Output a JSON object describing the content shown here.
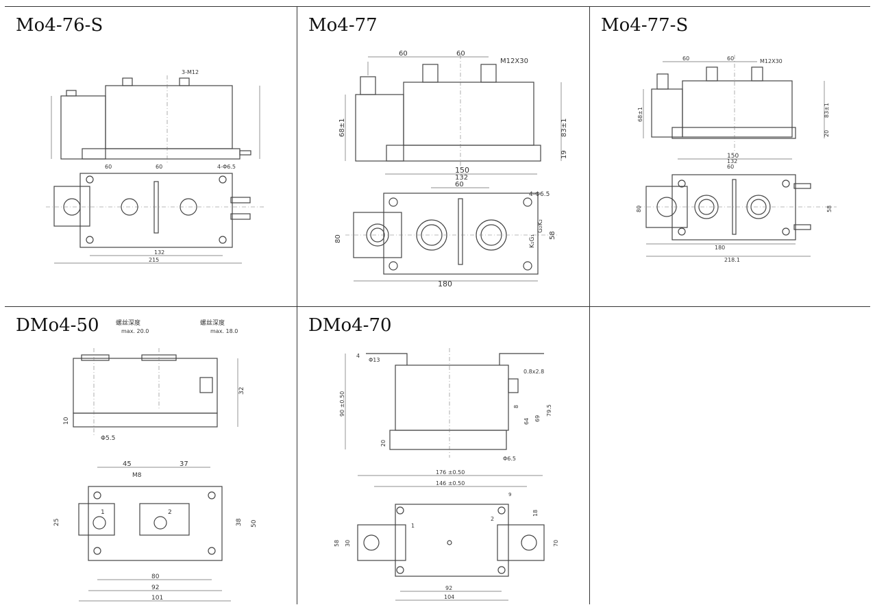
{
  "panels": [
    {
      "title": "Mo4-76-S",
      "labels": {
        "bolt": "3-M12",
        "hole": "4-Φ6.5",
        "w1": "60",
        "w2": "60",
        "lbl_a": "132",
        "lbl_b": "215"
      }
    },
    {
      "title": "Mo4-77",
      "labels": {
        "d1": "60",
        "d2": "60",
        "bolt": "M12X30",
        "h1": "68±1",
        "h2": "83±1",
        "h3": "19",
        "w150": "150",
        "w132": "132",
        "w60": "60",
        "w180": "180",
        "hole": "4-Φ6.5",
        "h80": "80",
        "h58": "58",
        "k": "K₁G₁",
        "g": "G₂K₂"
      }
    },
    {
      "title": "Mo4-77-S",
      "labels": {
        "d1": "60",
        "d2": "60",
        "bolt": "M12X30",
        "h1": "68±1",
        "h2": "83±1",
        "h3": "20",
        "w150": "150",
        "w132": "132",
        "w60": "60",
        "w180": "180",
        "w218": "218.1",
        "h80": "80",
        "h58": "58"
      }
    },
    {
      "title": "DMo4-50",
      "labels": {
        "depth1": "螺丝深度",
        "depth1_val": "max. 20.0",
        "depth2": "螺丝深度",
        "depth2_val": "max. 18.0",
        "h32": "32",
        "h10": "10",
        "hole": "Φ5.5",
        "w45": "45",
        "w37": "37",
        "m": "M8",
        "n1": "1",
        "n2": "2",
        "h25": "25",
        "h38": "38",
        "h50": "50",
        "w80": "80",
        "w92": "92",
        "w101": "101"
      }
    },
    {
      "title": "DMo4-70",
      "labels": {
        "d13": "Φ13",
        "h4": "4",
        "t08": "0.8x2.8",
        "h90": "90 ±0.50",
        "h795": "79.5",
        "h69": "69",
        "h64": "64",
        "h8": "8",
        "h20": "20",
        "d65": "Φ6.5",
        "w176": "176 ±0.50",
        "w146": "146 ±0.50",
        "w9": "9",
        "h18": "18",
        "h58": "58",
        "h30": "30",
        "h70": "70",
        "w92": "92",
        "w104": "104",
        "n1": "1",
        "n2": "2"
      }
    }
  ]
}
